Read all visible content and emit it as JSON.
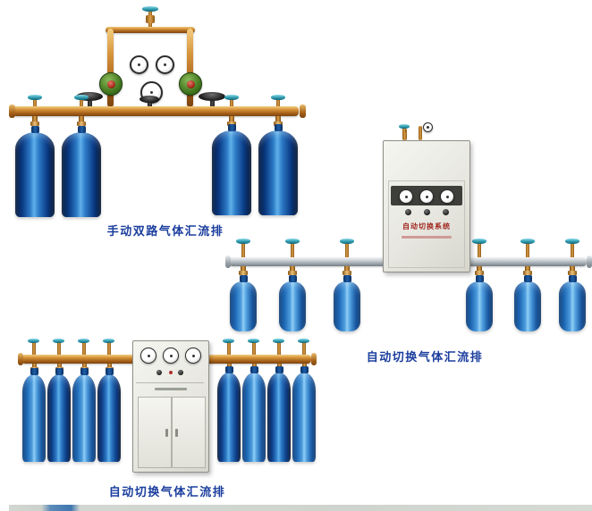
{
  "page": {
    "background": "#ffffff"
  },
  "colors": {
    "caption-blue": "#1b3e9e",
    "brass": "#c07820",
    "silver": "#b8bcc0",
    "cylinder-dark": "#0a3a84",
    "cylinder-light": "#4f9ede",
    "valve-teal": "#2e9ab0",
    "cabinet": "#efefe9"
  },
  "products": [
    {
      "id": "manual-dual-manifold",
      "caption": "手动双路气体汇流排",
      "cylinder_count": 4
    },
    {
      "id": "auto-switch-manifold-wall-cabinet",
      "caption": "自动切换气体汇流排",
      "cabinet_label": "自动切换系统",
      "cylinder_count": 6
    },
    {
      "id": "auto-switch-manifold-floor-cabinet",
      "caption": "自动切换气体汇流排",
      "cylinder_count": 8
    }
  ]
}
